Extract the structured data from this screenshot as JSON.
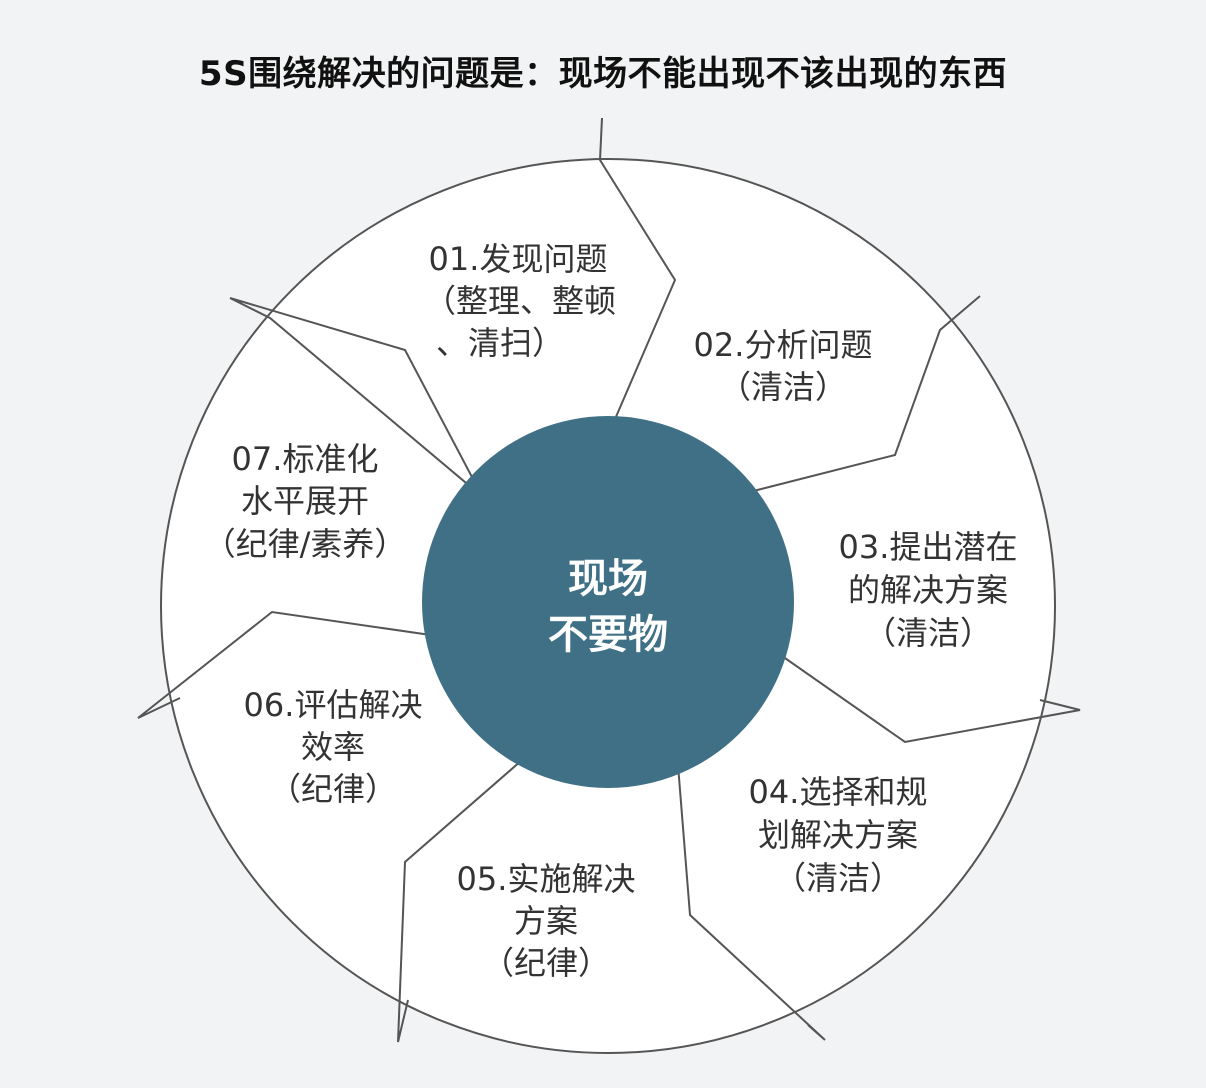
{
  "title": "5S围绕解决的问题是：现场不能出现不该出现的东西",
  "center": {
    "lines": [
      "现场",
      "不要物"
    ]
  },
  "colors": {
    "background": "#f2f3f4",
    "ring_fill": "#ffffff",
    "ring_stroke": "#555555",
    "center_fill": "#3f7086",
    "text": "#333333"
  },
  "steps": [
    {
      "lines": [
        "01.发现问题",
        "（整理、整顿",
        "、清扫）"
      ]
    },
    {
      "lines": [
        "02.分析问题",
        "（清洁）"
      ]
    },
    {
      "lines": [
        "03.提出潜在",
        "的解决方案",
        "（清洁）"
      ]
    },
    {
      "lines": [
        "04.选择和规",
        "划解决方案",
        "（清洁）"
      ]
    },
    {
      "lines": [
        "05.实施解决",
        "方案",
        "（纪律）"
      ]
    },
    {
      "lines": [
        "06.评估解决",
        "效率",
        "（纪律）"
      ]
    },
    {
      "lines": [
        "07.标准化",
        "水平展开",
        "（纪律/素养）"
      ]
    }
  ]
}
